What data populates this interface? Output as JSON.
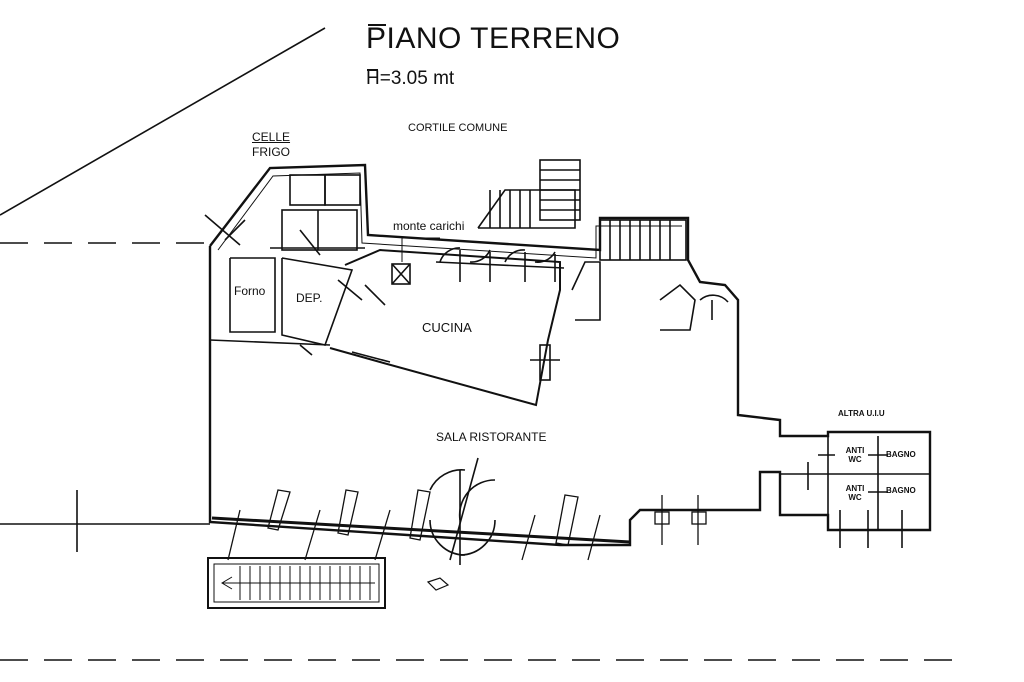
{
  "plan": {
    "title": "PIANO TERRENO",
    "height_label": "H=3.05 mt"
  },
  "rooms": {
    "cortile": "CORTILE COMUNE",
    "celle": "CELLE",
    "frigo": "FRIGO",
    "monte_carichi": "monte carichi",
    "forno": "Forno",
    "dep": "DEP.",
    "cucina": "CUCINA",
    "sala": "SALA RISTORANTE",
    "altra": "ALTRA U.I.U",
    "anti_wc_1": "ANTI WC",
    "bagno_1": "BAGNO",
    "anti_wc_2": "ANTI WC",
    "bagno_2": "BAGNO"
  },
  "colors": {
    "ink": "#111111",
    "paper": "#ffffff"
  }
}
